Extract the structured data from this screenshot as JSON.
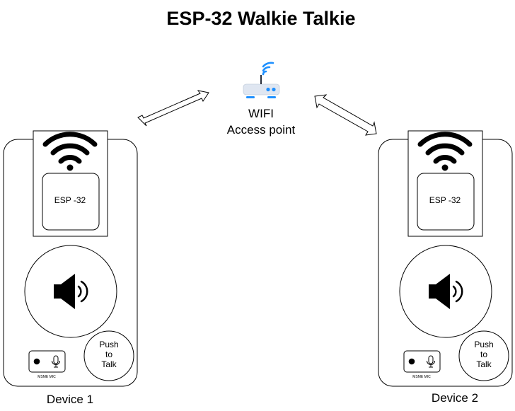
{
  "title": "ESP-32 Walkie Talkie",
  "access_point": {
    "line1": "WIFI",
    "line2": "Access point",
    "router_color": "#dfe6f1",
    "signal_color": "#1e90ff"
  },
  "devices": [
    {
      "label": "Device 1",
      "module_label": "ESP -32",
      "ptt_line1": "Push",
      "ptt_line2": "to",
      "ptt_line3": "Talk",
      "mic_label": "MSME MIC"
    },
    {
      "label": "Device 2",
      "module_label": "ESP -32",
      "ptt_line1": "Push",
      "ptt_line2": "to",
      "ptt_line3": "Talk",
      "mic_label": "MSME MIC"
    }
  ]
}
